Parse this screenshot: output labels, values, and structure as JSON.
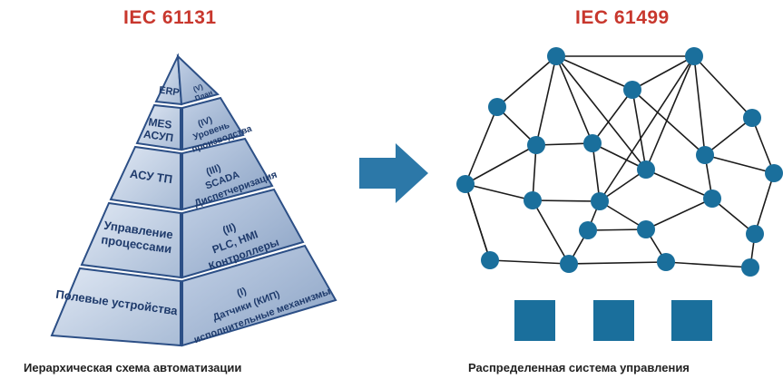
{
  "left": {
    "title": "IEC 61131",
    "caption": "Иерархическая схема автоматизации",
    "levels": [
      {
        "name": "ERP",
        "desc": [
          "(V)",
          "План"
        ]
      },
      {
        "name": "MES\nАСУП",
        "desc": [
          "(IV)",
          "Уровень",
          "производства"
        ]
      },
      {
        "name": "АСУ ТП",
        "desc": [
          "(III)",
          "SCADA",
          "Диспетчеризация"
        ]
      },
      {
        "name": "Управление\nпроцессами",
        "desc": [
          "(II)",
          "PLC, HMI",
          "Контроллеры"
        ]
      },
      {
        "name": "Полевые устройства",
        "desc": [
          "(I)",
          "Датчики (КИП)",
          "исполнительные механизмы"
        ]
      }
    ]
  },
  "arrow_color": "#2c78a8",
  "right": {
    "title": "IEC 61499",
    "caption": "Распределенная система управления",
    "node_color": "#1a6f9c"
  }
}
